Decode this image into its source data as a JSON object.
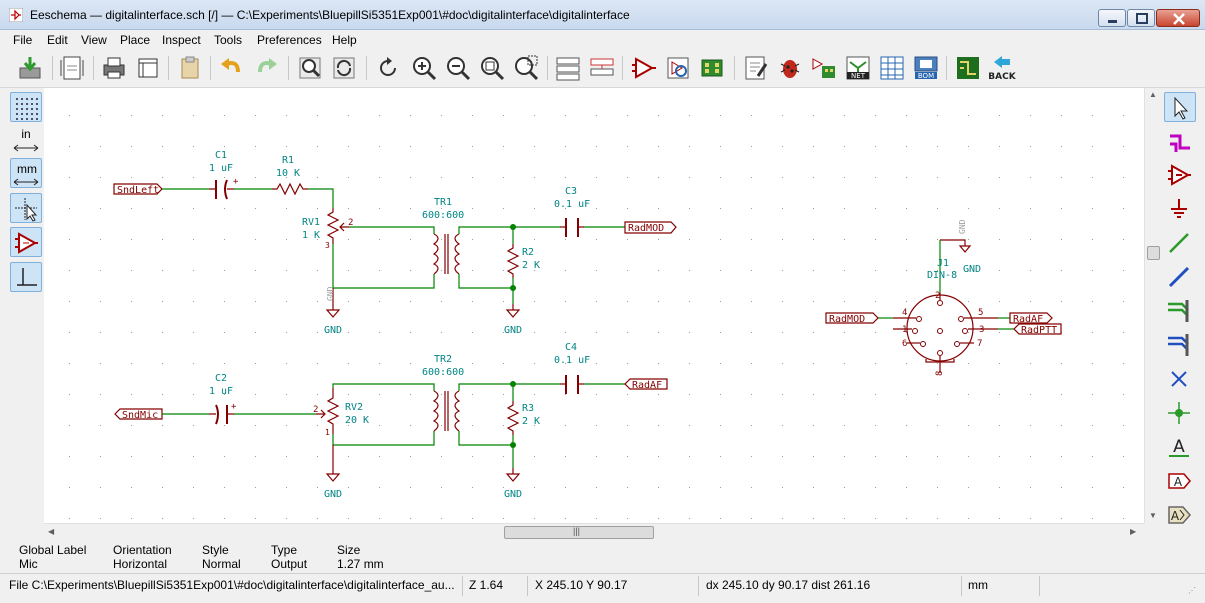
{
  "window": {
    "title": "Eeschema — digitalinterface.sch [/] — C:\\Experiments\\BluepillSi5351Exp001\\#doc\\digitalinterface\\digitalinterface"
  },
  "menu": [
    {
      "label": "File"
    },
    {
      "label": "Edit"
    },
    {
      "label": "View"
    },
    {
      "label": "Place"
    },
    {
      "label": "Inspect"
    },
    {
      "label": "Tools"
    },
    {
      "label": "Preferences"
    },
    {
      "label": "Help"
    }
  ],
  "toolbar": {
    "icons": [
      "save-icon",
      "page-settings-icon",
      "print-icon",
      "plot-icon",
      "paste-icon",
      "undo-icon",
      "redo-icon",
      "find-icon",
      "find-replace-icon",
      "refresh-icon",
      "zoom-in-icon",
      "zoom-out-icon",
      "zoom-fit-icon",
      "zoom-selection-icon",
      "hierarchy-navigator-icon",
      "leave-sheet-icon",
      "symbol-editor-icon",
      "symbol-browser-icon",
      "annotate-icon",
      "erc-icon",
      "assign-footprints-icon",
      "netlist-icon",
      "bom-icon",
      "edit-fields-icon",
      "pcbnew-icon",
      "back-icon"
    ],
    "back_label": "BACK",
    "net_label": "NET",
    "bom_label": "BOM"
  },
  "left_toolbar": {
    "inch_label": "in",
    "mm_label": "mm"
  },
  "schematic": {
    "labels": {
      "c1_ref": "C1",
      "c1_val": "1 uF",
      "r1_ref": "R1",
      "r1_val": "10 K",
      "rv1_ref": "RV1",
      "rv1_val": "1 K",
      "tr1_ref": "TR1",
      "tr1_val": "600:600",
      "c3_ref": "C3",
      "c3_val": "0.1 uF",
      "r2_ref": "R2",
      "r2_val": "2 K",
      "c2_ref": "C2",
      "c2_val": "1 uF",
      "rv2_ref": "RV2",
      "rv2_val": "20 K",
      "tr2_ref": "TR2",
      "tr2_val": "600:600",
      "c4_ref": "C4",
      "c4_val": "0.1 uF",
      "r3_ref": "R3",
      "r3_val": "2 K",
      "j1_ref": "J1",
      "j1_val": "DIN-8",
      "gnd": "GND",
      "gl_sndleft": "SndLeft",
      "gl_radmod_1": "RadMOD",
      "gl_sndmic": "SndMic",
      "gl_radaf_1": "RadAF",
      "gl_radmod_2": "RadMOD",
      "gl_radaf_2": "RadAF",
      "gl_radptt": "RadPTT",
      "pin_1": "1",
      "pin_2": "2",
      "pin_3": "3",
      "pin_4": "4",
      "pin_5": "5",
      "pin_6": "6",
      "pin_7": "7",
      "pin_8": "8",
      "pin_gnd_1": "1"
    }
  },
  "right_toolbar": {
    "icons": [
      "select-icon",
      "hierarchical-pin-icon",
      "add-symbol-icon",
      "add-power-icon",
      "add-wire-icon",
      "add-bus-icon",
      "wire-to-bus-entry-icon",
      "bus-to-bus-entry-icon",
      "no-connect-icon",
      "junction-icon",
      "add-label-icon",
      "add-global-label-icon",
      "add-hierarchical-label-icon"
    ],
    "text_icon_label": "A"
  },
  "message_panel": {
    "columns": [
      {
        "header": "Global Label",
        "value": "Mic"
      },
      {
        "header": "Orientation",
        "value": "Horizontal"
      },
      {
        "header": "Style",
        "value": "Normal"
      },
      {
        "header": "Type",
        "value": "Output"
      },
      {
        "header": "Size",
        "value": "1.27 mm"
      }
    ]
  },
  "status": {
    "file": "File C:\\Experiments\\BluepillSi5351Exp001\\#doc\\digitalinterface\\digitalinterface_au...",
    "zoom": "Z 1.64",
    "cursor": "X 245.10  Y 90.17",
    "delta": "dx 245.10  dy 90.17  dist 261.16",
    "units": "mm"
  },
  "colors": {
    "wire": "#008400",
    "symbol": "#840000",
    "text": "#008484",
    "junction": "#008400",
    "accent": "#3b6fb6"
  }
}
